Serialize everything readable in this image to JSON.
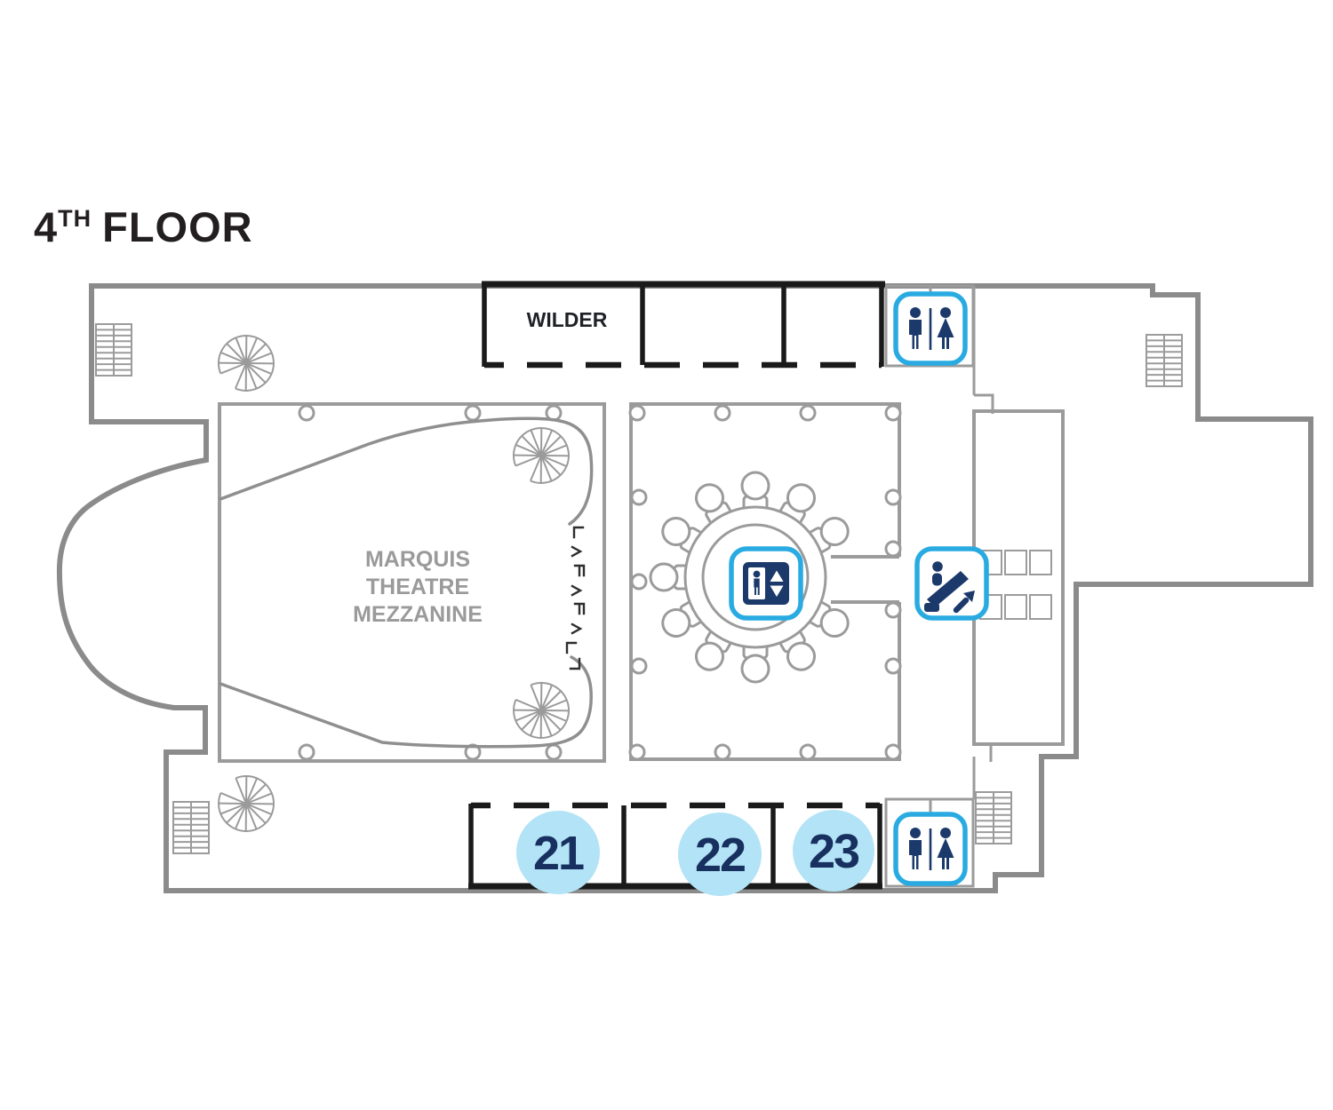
{
  "title": {
    "floor_number": "4",
    "ordinal_suffix": "TH",
    "floor_word": "FLOOR"
  },
  "rooms": {
    "wilder_label": "WILDER",
    "theatre_lines": [
      "MARQUIS",
      "THEATRE",
      "MEZZANINE"
    ],
    "numbered_rooms": [
      {
        "label": "21"
      },
      {
        "label": "22"
      },
      {
        "label": "23"
      }
    ]
  },
  "icons": [
    {
      "name": "restrooms-icon-top",
      "meaning": "restrooms"
    },
    {
      "name": "elevator-icon",
      "meaning": "elevator"
    },
    {
      "name": "escalator-icon",
      "meaning": "escalator"
    },
    {
      "name": "restrooms-icon-bottom",
      "meaning": "restrooms"
    },
    {
      "name": "spiral-stair-icon",
      "meaning": "spiral staircase"
    },
    {
      "name": "stairs-icon",
      "meaning": "stairwell"
    }
  ],
  "colors": {
    "accent": "#29ABE2",
    "navy": "#1B3A6B",
    "number-navy": "#17305F",
    "badge-blue": "#B3E3F6",
    "wall-gray": "#8B8B8B",
    "inner-gray": "#9B9B9B",
    "room-black": "#1A1A1A",
    "text-dark": "#231F20",
    "theatre-gray": "#9A9A9A"
  }
}
